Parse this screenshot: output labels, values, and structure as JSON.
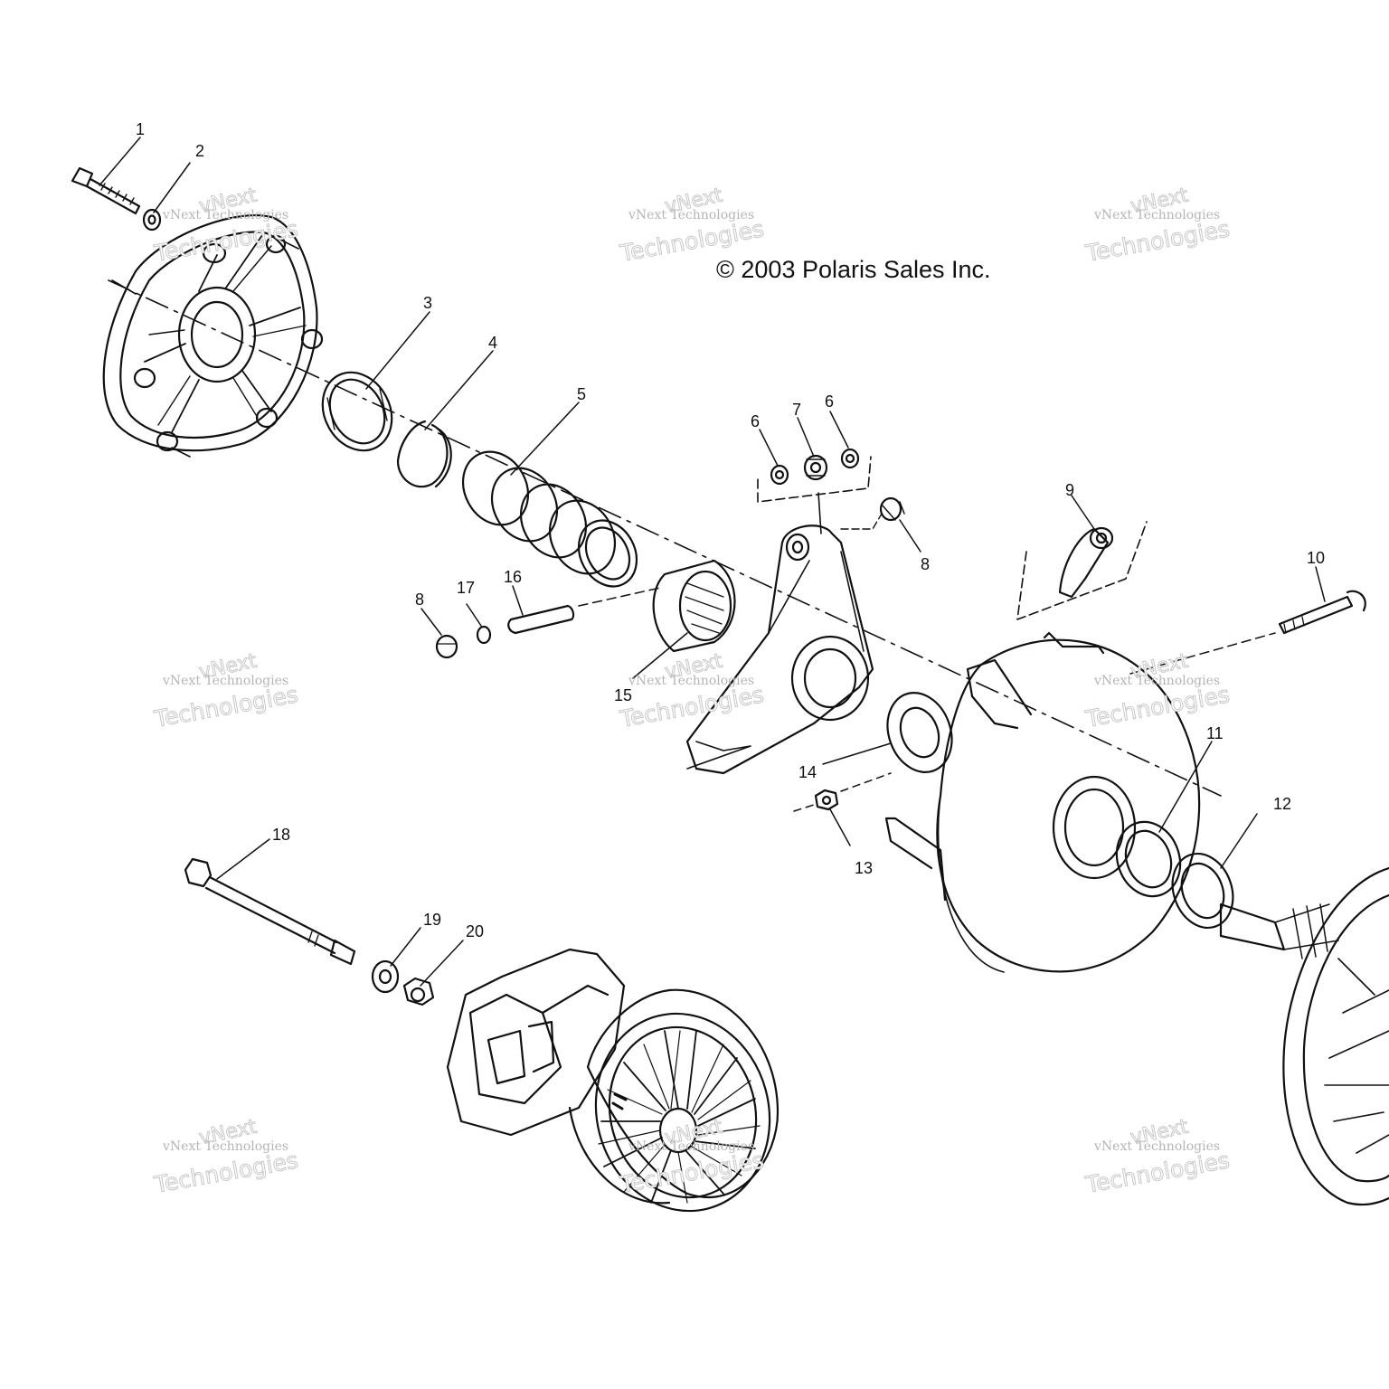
{
  "copyright": "© 2003 Polaris Sales Inc.",
  "watermark": {
    "brand": "vNext",
    "company": "vNext Technologies",
    "word": "Technologies",
    "color": "#c8c8c8"
  },
  "callouts": [
    {
      "id": "c1",
      "label": "1"
    },
    {
      "id": "c2",
      "label": "2"
    },
    {
      "id": "c3",
      "label": "3"
    },
    {
      "id": "c4",
      "label": "4"
    },
    {
      "id": "c5",
      "label": "5"
    },
    {
      "id": "c6a",
      "label": "6"
    },
    {
      "id": "c7",
      "label": "7"
    },
    {
      "id": "c6b",
      "label": "6"
    },
    {
      "id": "c8a",
      "label": "8"
    },
    {
      "id": "c9",
      "label": "9"
    },
    {
      "id": "c10",
      "label": "10"
    },
    {
      "id": "c8b",
      "label": "8"
    },
    {
      "id": "c17",
      "label": "17"
    },
    {
      "id": "c16",
      "label": "16"
    },
    {
      "id": "c15",
      "label": "15"
    },
    {
      "id": "c14",
      "label": "14"
    },
    {
      "id": "c11",
      "label": "11"
    },
    {
      "id": "c12",
      "label": "12"
    },
    {
      "id": "c13",
      "label": "13"
    },
    {
      "id": "c18",
      "label": "18"
    },
    {
      "id": "c19",
      "label": "19"
    },
    {
      "id": "c20",
      "label": "20"
    }
  ]
}
